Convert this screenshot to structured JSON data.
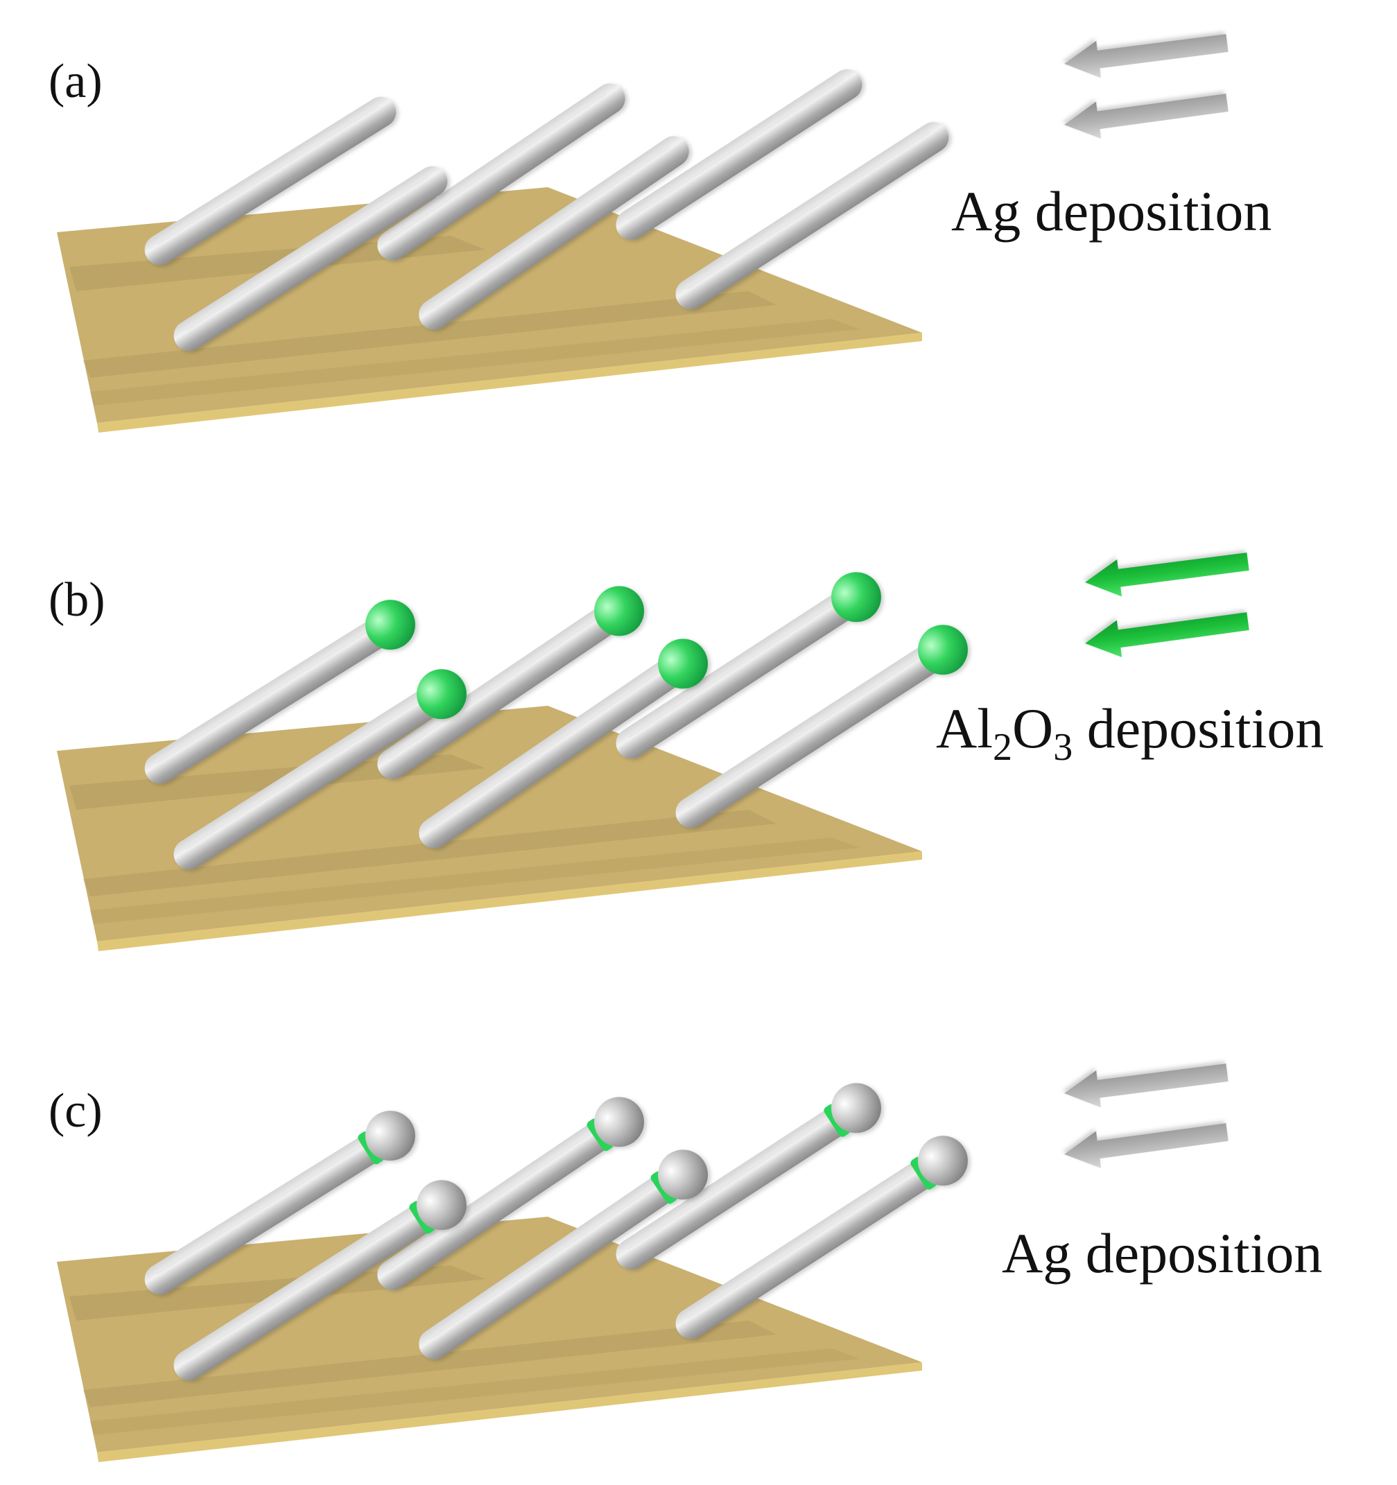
{
  "panels": [
    {
      "id": "a",
      "label": "(a)",
      "caption_main": "Ag deposition",
      "arrow_color": "#a9a9a9",
      "tip": "none"
    },
    {
      "id": "b",
      "label": "(b)",
      "caption_prefix": "Al",
      "caption_sub1": "2",
      "caption_mid": "O",
      "caption_sub2": "3",
      "caption_suffix": " deposition",
      "arrow_color": "#1fbf3a",
      "tip": "green-cap"
    },
    {
      "id": "c",
      "label": "(c)",
      "caption_main": "Ag deposition",
      "arrow_color": "#a9a9a9",
      "tip": "silver-ball-green-band"
    }
  ],
  "colors": {
    "substrate_top": "#c9b06f",
    "substrate_edge": "#e0c777",
    "substrate_stripe": "#b09a5e",
    "rod": "#b8b8b8",
    "rod_highlight": "#e8e8e8",
    "green": "#2ad35a"
  }
}
